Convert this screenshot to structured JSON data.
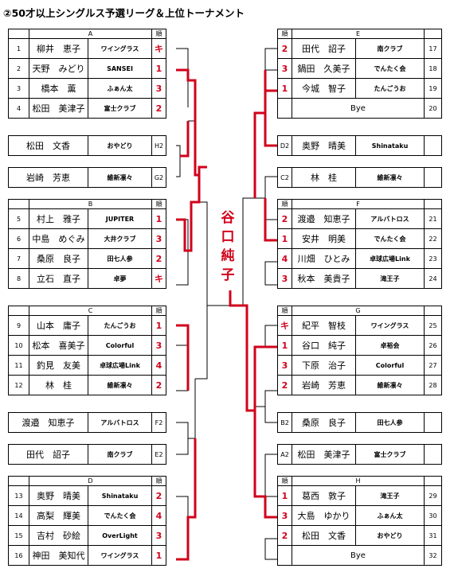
{
  "title": "②50才以上シングルス予選リーグ＆上位トーナメント",
  "rank_header": "順",
  "champion_chars": [
    "谷",
    "口",
    "純",
    "子"
  ],
  "groups_left": [
    {
      "label": "A",
      "players": [
        {
          "no": "1",
          "name": "柳井　恵子",
          "club": "ワイングラス",
          "rank": "キ"
        },
        {
          "no": "2",
          "name": "天野　みどり",
          "club": "SANSEI",
          "rank": "1"
        },
        {
          "no": "3",
          "name": "橋本　薫",
          "club": "ふぁん太",
          "rank": "3"
        },
        {
          "no": "4",
          "name": "松田　美津子",
          "club": "富士クラブ",
          "rank": "2"
        }
      ]
    },
    {
      "label": "B",
      "players": [
        {
          "no": "5",
          "name": "村上　雅子",
          "club": "JUPITER",
          "rank": "1"
        },
        {
          "no": "6",
          "name": "中島　めぐみ",
          "club": "大井クラブ",
          "rank": "3"
        },
        {
          "no": "7",
          "name": "桑原　良子",
          "club": "田七人参",
          "rank": "2"
        },
        {
          "no": "8",
          "name": "立石　直子",
          "club": "卓夢",
          "rank": "キ"
        }
      ]
    },
    {
      "label": "C",
      "players": [
        {
          "no": "9",
          "name": "山本　庸子",
          "club": "たんごうお",
          "rank": "1"
        },
        {
          "no": "10",
          "name": "松本　喜美子",
          "club": "Colorful",
          "rank": "3"
        },
        {
          "no": "11",
          "name": "釣見　友美",
          "club": "卓球広場Link",
          "rank": "4"
        },
        {
          "no": "12",
          "name": "林　桂",
          "club": "維新凛々",
          "rank": "2"
        }
      ]
    },
    {
      "label": "D",
      "players": [
        {
          "no": "13",
          "name": "奥野　晴美",
          "club": "Shinataku",
          "rank": "2"
        },
        {
          "no": "14",
          "name": "高梨　輝美",
          "club": "でんたく会",
          "rank": "4"
        },
        {
          "no": "15",
          "name": "吉村　砂絵",
          "club": "OverLight",
          "rank": "3"
        },
        {
          "no": "16",
          "name": "神田　美知代",
          "club": "ワイングラス",
          "rank": "1"
        }
      ]
    }
  ],
  "groups_right": [
    {
      "label": "E",
      "players": [
        {
          "no": "17",
          "name": "田代　詔子",
          "club": "南クラブ",
          "rank": "2"
        },
        {
          "no": "18",
          "name": "鍋田　久美子",
          "club": "でんたく会",
          "rank": "3"
        },
        {
          "no": "19",
          "name": "今城　智子",
          "club": "たんごうお",
          "rank": "1"
        },
        {
          "no": "20",
          "name": "Bye",
          "club": "",
          "rank": ""
        }
      ]
    },
    {
      "label": "F",
      "players": [
        {
          "no": "21",
          "name": "渡邉　知恵子",
          "club": "アルバトロス",
          "rank": "2"
        },
        {
          "no": "22",
          "name": "安井　明美",
          "club": "でんたく会",
          "rank": "1"
        },
        {
          "no": "23",
          "name": "川畑　ひとみ",
          "club": "卓球広場Link",
          "rank": "4"
        },
        {
          "no": "24",
          "name": "秋本　美貴子",
          "club": "滝王子",
          "rank": "3"
        }
      ]
    },
    {
      "label": "G",
      "players": [
        {
          "no": "25",
          "name": "紀平　智枝",
          "club": "ワイングラス",
          "rank": "キ"
        },
        {
          "no": "26",
          "name": "谷口　純子",
          "club": "卓裕会",
          "rank": "1"
        },
        {
          "no": "27",
          "name": "下原　治子",
          "club": "Colorful",
          "rank": "3"
        },
        {
          "no": "28",
          "name": "岩崎　芳恵",
          "club": "維新凛々",
          "rank": "2"
        }
      ]
    },
    {
      "label": "H",
      "players": [
        {
          "no": "29",
          "name": "葛西　敦子",
          "club": "滝王子",
          "rank": "1"
        },
        {
          "no": "30",
          "name": "大島　ゆかり",
          "club": "ふぁん太",
          "rank": "3"
        },
        {
          "no": "31",
          "name": "松田　文香",
          "club": "おやどり",
          "rank": "2"
        },
        {
          "no": "32",
          "name": "Bye",
          "club": "",
          "rank": ""
        }
      ]
    }
  ],
  "singles_left": [
    {
      "name": "松田　文香",
      "club": "おやどり",
      "code": "H2"
    },
    {
      "name": "岩崎　芳恵",
      "club": "維新凛々",
      "code": "G2"
    },
    {
      "name": "渡邉　知恵子",
      "club": "アルバトロス",
      "code": "F2"
    },
    {
      "name": "田代　詔子",
      "club": "南クラブ",
      "code": "E2"
    }
  ],
  "singles_right": [
    {
      "name": "奥野　晴美",
      "club": "Shinataku",
      "code": "D2"
    },
    {
      "name": "林　桂",
      "club": "維新凛々",
      "code": "C2"
    },
    {
      "name": "桑原　良子",
      "club": "田七人参",
      "code": "B2"
    },
    {
      "name": "松田　美津子",
      "club": "富士クラブ",
      "code": "A2"
    }
  ]
}
